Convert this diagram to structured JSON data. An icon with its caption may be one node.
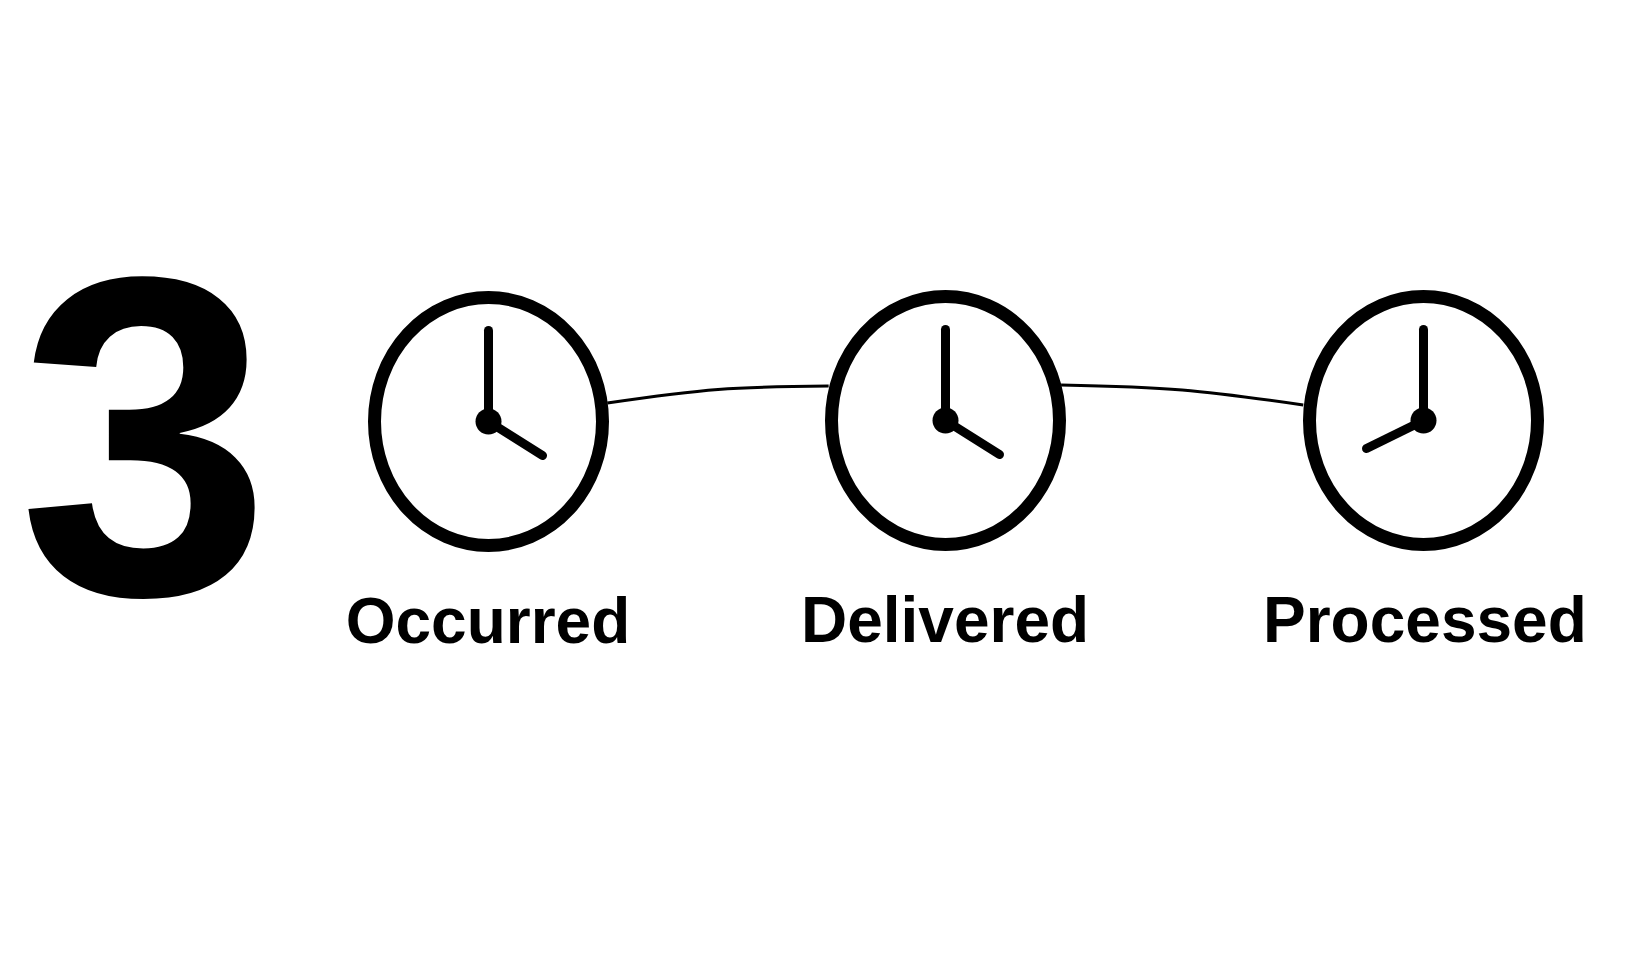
{
  "diagram": {
    "nodes": [
      {
        "text": [
          "Occurred"
        ]
      },
      {
        "text": [
          "Delivered"
        ]
      },
      {
        "text": [
          "Processed"
        ]
      }
    ],
    "edges": [
      {
        "from": 0,
        "to": 1,
        "arrow": "none"
      },
      {
        "from": 1,
        "to": 2,
        "arrow": "none"
      }
    ],
    "labels": [
      "3"
    ]
  }
}
